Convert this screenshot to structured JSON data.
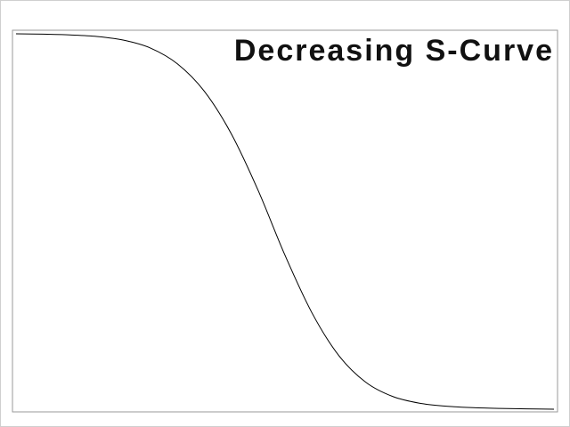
{
  "chart_data": {
    "type": "line",
    "title": "Decreasing S-Curve",
    "xlabel": "",
    "ylabel": "",
    "grid": false,
    "legend": "none",
    "x": [
      0,
      0.05,
      0.1,
      0.15,
      0.2,
      0.25,
      0.3,
      0.35,
      0.4,
      0.45,
      0.5,
      0.55,
      0.6,
      0.65,
      0.7,
      0.75,
      0.8,
      0.85,
      0.9,
      0.95,
      1
    ],
    "series": [
      {
        "values": [
          1.0,
          0.999,
          0.997,
          0.993,
          0.983,
          0.962,
          0.92,
          0.847,
          0.734,
          0.583,
          0.41,
          0.257,
          0.143,
          0.072,
          0.034,
          0.016,
          0.008,
          0.004,
          0.002,
          0.001,
          0.0
        ]
      }
    ],
    "xlim": [
      0,
      1
    ],
    "ylim": [
      0,
      1
    ],
    "colors": {
      "line": "#000000",
      "frame": "#999999",
      "background": "#ffffff"
    }
  }
}
